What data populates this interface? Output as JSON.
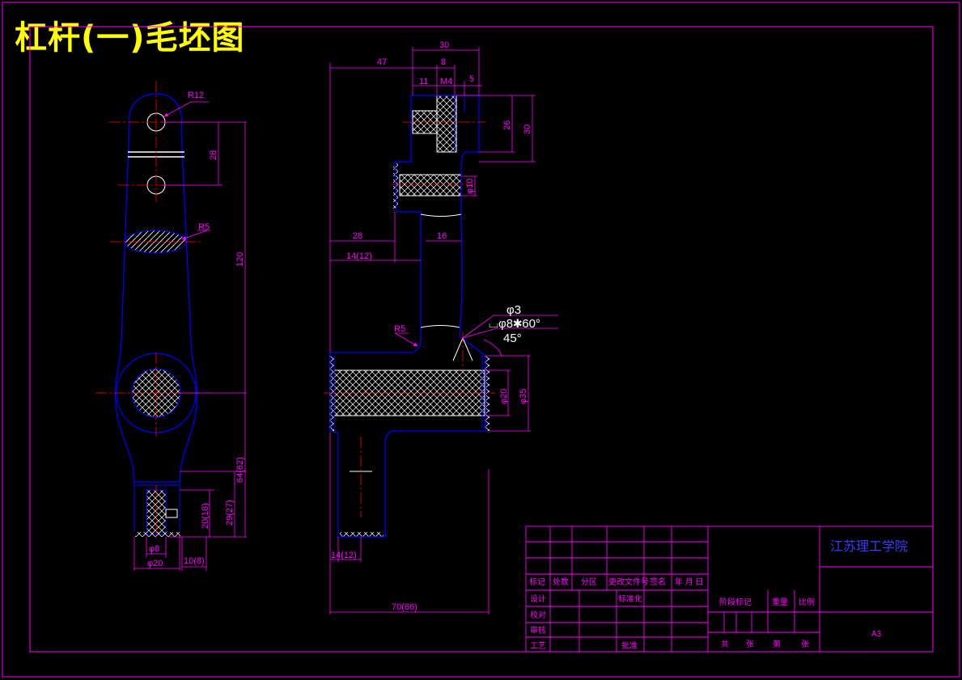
{
  "title": "杠杆(一)毛坯图",
  "dims": {
    "r12": "R12",
    "d28": "28",
    "r5_left": "R5",
    "d120": "120",
    "d64": "64(62)",
    "d29": "29(27)",
    "d20a": "20(18)",
    "phi8": "φ8",
    "phi20": "φ20",
    "d10_8": "10(8)",
    "d47": "47",
    "d30_top": "30",
    "d8": "8",
    "d11": "11",
    "m4": "M4",
    "d5": "5",
    "d26": "26",
    "d30_right": "30",
    "phi10": "φ10",
    "d28_mid": "28",
    "d16": "16",
    "d14_12_mid": "14(12)",
    "r5_mid": "R5",
    "phi3": "φ3",
    "cs": "⌴φ8✱60°",
    "a45": "45°",
    "phi20_b": "φ20",
    "phi35": "φ35",
    "d14_12_bot": "14(12)",
    "d70": "70(66)"
  },
  "title_block": {
    "school": "江苏理工学院",
    "sheet": "A3",
    "headers": [
      "标记",
      "处数",
      "分区",
      "更改文件号",
      "签名",
      "年 月 日"
    ],
    "roles": [
      "设计",
      "校对",
      "审核",
      "工艺"
    ],
    "std": "标准化",
    "approve": "批准",
    "stage": "阶段标记",
    "weight": "重量",
    "scale": "比例",
    "gong": "共",
    "zhang1": "张",
    "di": "第",
    "zhang2": "张"
  },
  "colors": {
    "background": "#000000",
    "outline": "#0000ff",
    "frame": "#ff00ff",
    "center": "#ff0000",
    "hatch": "#ffffff",
    "title": "#ffff00"
  }
}
